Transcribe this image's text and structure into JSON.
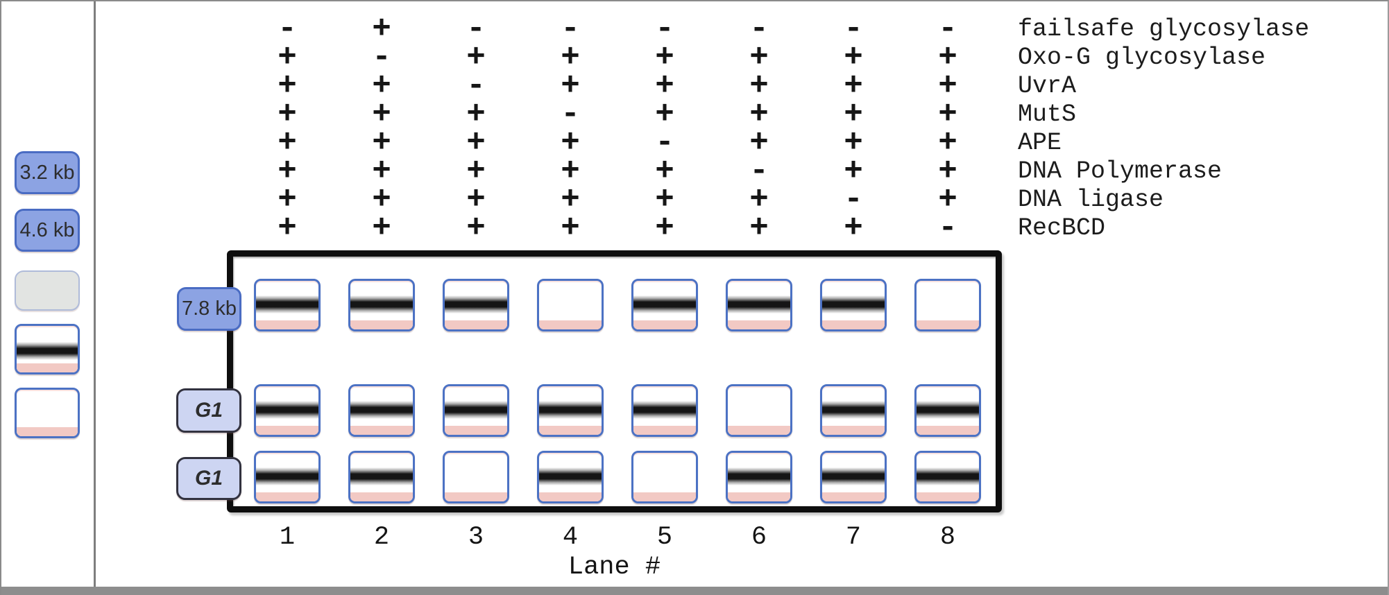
{
  "sidebar": {
    "items": [
      {
        "type": "size-label",
        "label": "3.2 kb"
      },
      {
        "type": "size-label",
        "label": "4.6 kb"
      },
      {
        "type": "blank-label",
        "label": ""
      },
      {
        "type": "well-with-band"
      },
      {
        "type": "well-empty"
      }
    ]
  },
  "enzymes": {
    "labels": [
      "failsafe glycosylase",
      "Oxo-G glycosylase",
      "UvrA",
      "MutS",
      "APE",
      "DNA Polymerase",
      "DNA ligase",
      "RecBCD"
    ],
    "matrix": [
      [
        "-",
        "+",
        "-",
        "-",
        "-",
        "-",
        "-",
        "-"
      ],
      [
        "+",
        "-",
        "+",
        "+",
        "+",
        "+",
        "+",
        "+"
      ],
      [
        "+",
        "+",
        "-",
        "+",
        "+",
        "+",
        "+",
        "+"
      ],
      [
        "+",
        "+",
        "+",
        "-",
        "+",
        "+",
        "+",
        "+"
      ],
      [
        "+",
        "+",
        "+",
        "+",
        "-",
        "+",
        "+",
        "+"
      ],
      [
        "+",
        "+",
        "+",
        "+",
        "+",
        "-",
        "+",
        "+"
      ],
      [
        "+",
        "+",
        "+",
        "+",
        "+",
        "+",
        "-",
        "+"
      ],
      [
        "+",
        "+",
        "+",
        "+",
        "+",
        "+",
        "+",
        "-"
      ]
    ]
  },
  "gel": {
    "row_labels": [
      {
        "text": "7.8 kb",
        "style": "blue"
      },
      {
        "text": "G1",
        "style": "lavender"
      },
      {
        "text": "G1",
        "style": "lavender"
      }
    ],
    "band_rows": [
      [
        true,
        true,
        true,
        false,
        true,
        true,
        true,
        false
      ],
      [
        true,
        true,
        true,
        true,
        true,
        false,
        true,
        true
      ],
      [
        true,
        true,
        false,
        true,
        false,
        true,
        true,
        true
      ]
    ],
    "lane_numbers": [
      "1",
      "2",
      "3",
      "4",
      "5",
      "6",
      "7",
      "8"
    ],
    "axis_label": "Lane #"
  },
  "colors": {
    "chip_blue": "#8CA3E3",
    "chip_blue_border": "#4A6CC3",
    "chip_lavender": "#CDD5F2",
    "chip_lavender_border": "#32323F",
    "chip_gray": "#E2E4E2",
    "chip_gray_border": "#AFBBD9",
    "well_border": "#4C72C4",
    "well_pink": "#F2C9C4",
    "band_black": "#151515",
    "gel_frame": "#0E0E0E"
  }
}
